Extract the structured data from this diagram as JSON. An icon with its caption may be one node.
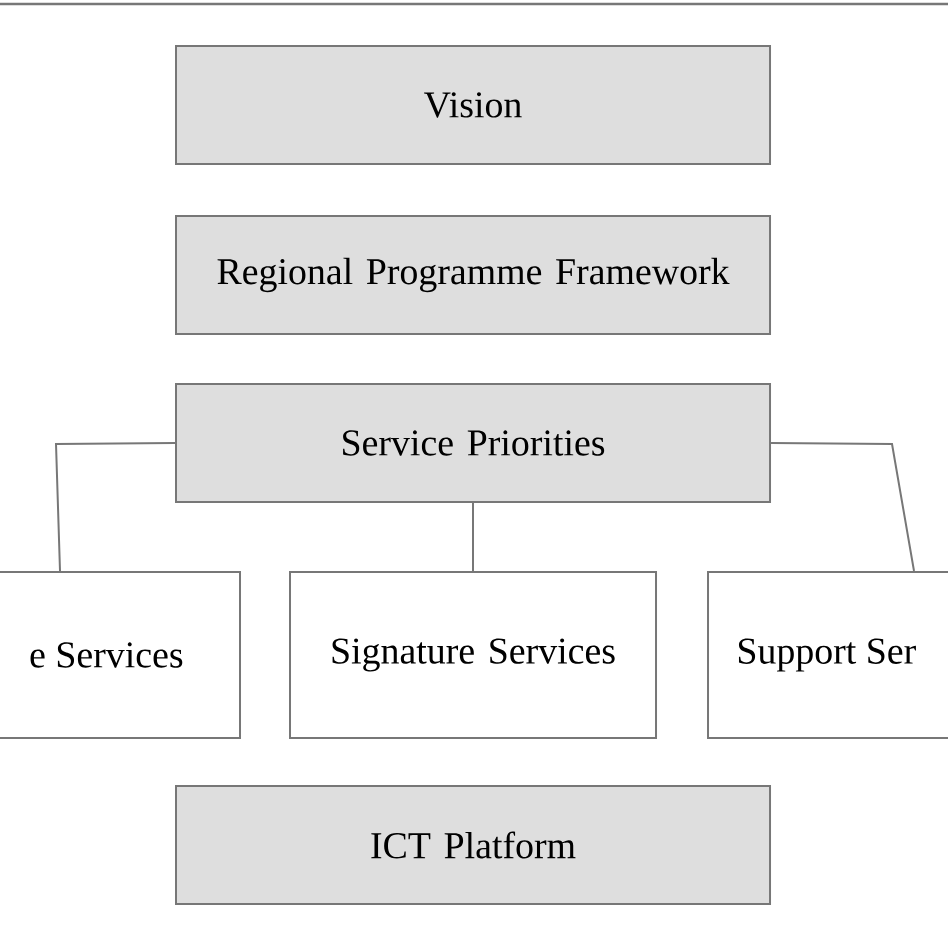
{
  "diagram": {
    "nodes": [
      {
        "text": [
          "Vision"
        ]
      },
      {
        "text": [
          "Regional Programme Framework"
        ]
      },
      {
        "text": [
          "Service Priorities"
        ]
      },
      {
        "text": [
          "e Services"
        ]
      },
      {
        "text": [
          "Signature Services"
        ]
      },
      {
        "text": [
          "Support Ser"
        ]
      },
      {
        "text": [
          "ICT Platform"
        ]
      }
    ],
    "edges": [
      {
        "from": 2,
        "to": 3,
        "arrow": "none"
      },
      {
        "from": 2,
        "to": 4,
        "arrow": "none"
      },
      {
        "from": 2,
        "to": 5,
        "arrow": "none"
      }
    ]
  }
}
